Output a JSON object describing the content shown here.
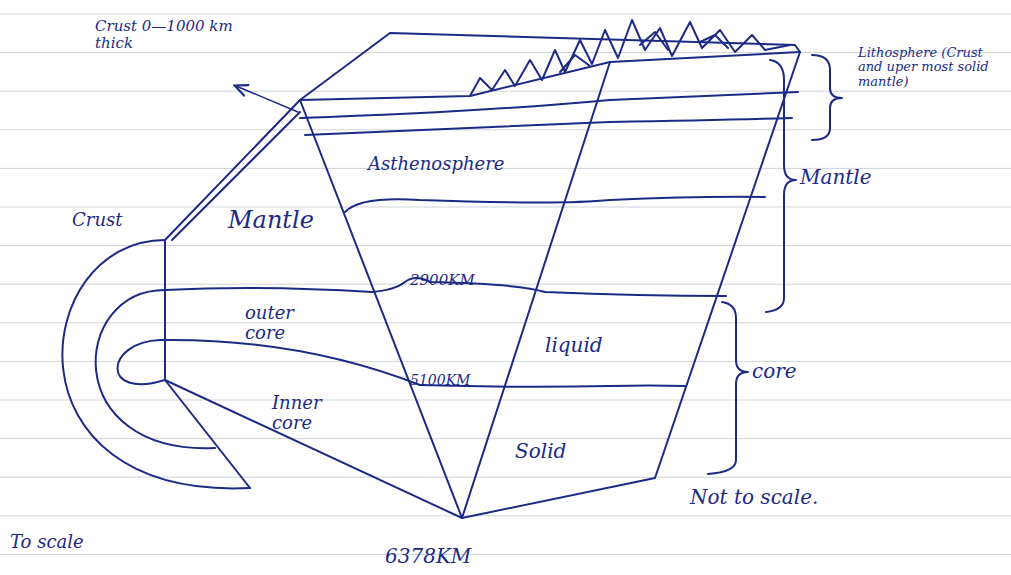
{
  "diagram": {
    "labels": [
      "Crust 0—1000 km thick",
      "Lithosphere (Crust and uper most solid mantle)",
      "Asthenosphere",
      "Mantle",
      "Mantle",
      "Crust",
      "2900KM",
      "outer core",
      "liquid",
      "core",
      "5100KM",
      "Inner core",
      "Solid",
      "Not to scale.",
      "To scale",
      "6378KM"
    ]
  }
}
